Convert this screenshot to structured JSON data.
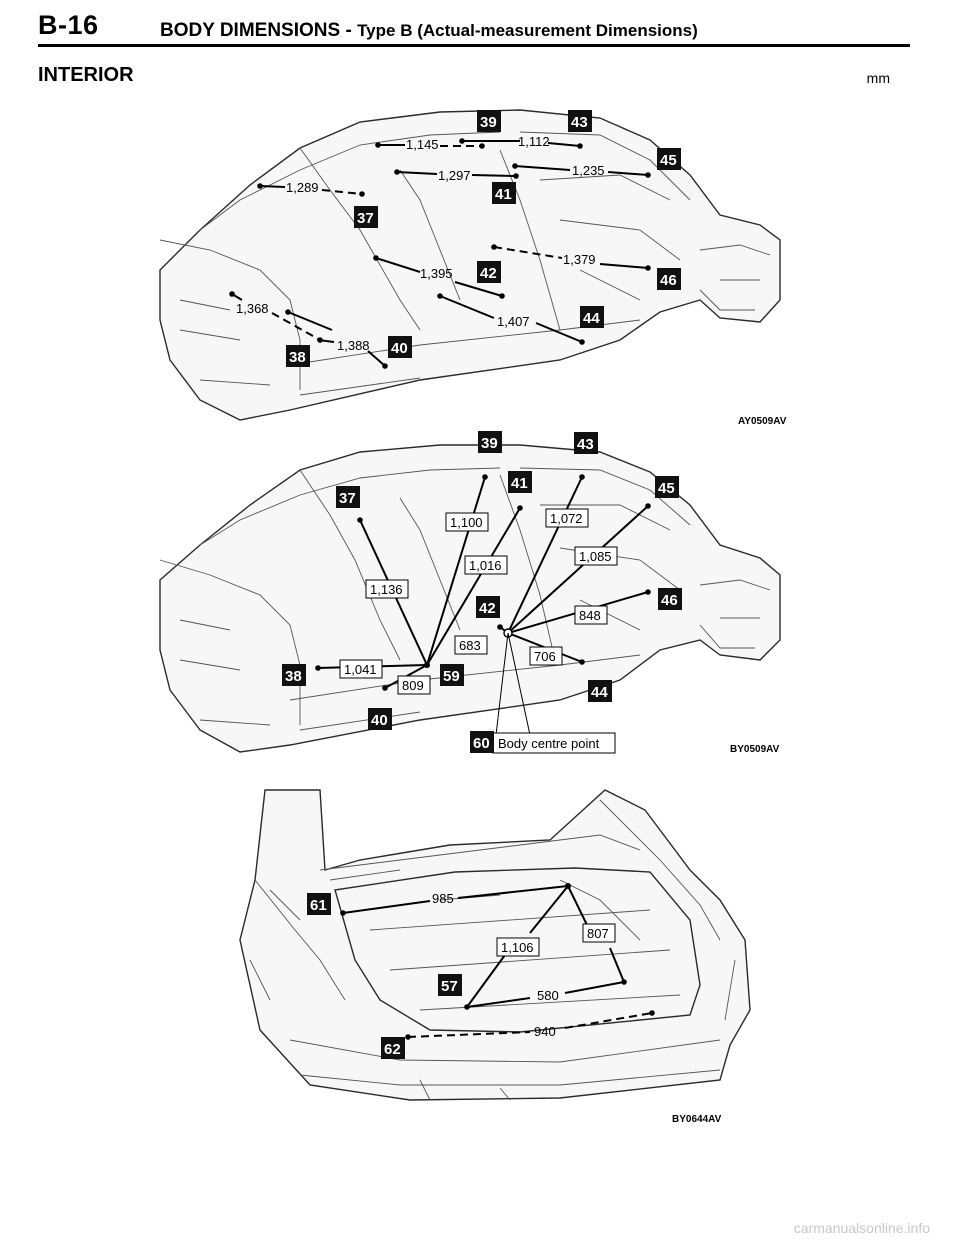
{
  "header": {
    "page_code": "B-16",
    "title": "BODY DIMENSIONS -",
    "subtitle": "Type B (Actual-measurement Dimensions)"
  },
  "section": {
    "title": "INTERIOR",
    "unit": "mm"
  },
  "figure1": {
    "code": "AY0509AV",
    "callouts": [
      "37",
      "38",
      "39",
      "40",
      "41",
      "42",
      "43",
      "44",
      "45",
      "46"
    ],
    "dims": [
      "1,145",
      "1,112",
      "1,289",
      "1,297",
      "1,235",
      "1,395",
      "1,379",
      "1,368",
      "1,407",
      "1,388"
    ]
  },
  "figure2": {
    "code": "BY0509AV",
    "callouts": [
      "37",
      "38",
      "39",
      "40",
      "41",
      "42",
      "43",
      "44",
      "45",
      "46",
      "59",
      "60"
    ],
    "dims": [
      "1,100",
      "1,072",
      "1,016",
      "1,085",
      "1,136",
      "848",
      "683",
      "706",
      "1,041",
      "809"
    ],
    "body_centre_label": "Body centre point"
  },
  "figure3": {
    "code": "BY0644AV",
    "callouts": [
      "57",
      "61",
      "62"
    ],
    "dims": [
      "985",
      "807",
      "1,106",
      "580",
      "940"
    ]
  },
  "watermark": "carmanualsonline.info"
}
